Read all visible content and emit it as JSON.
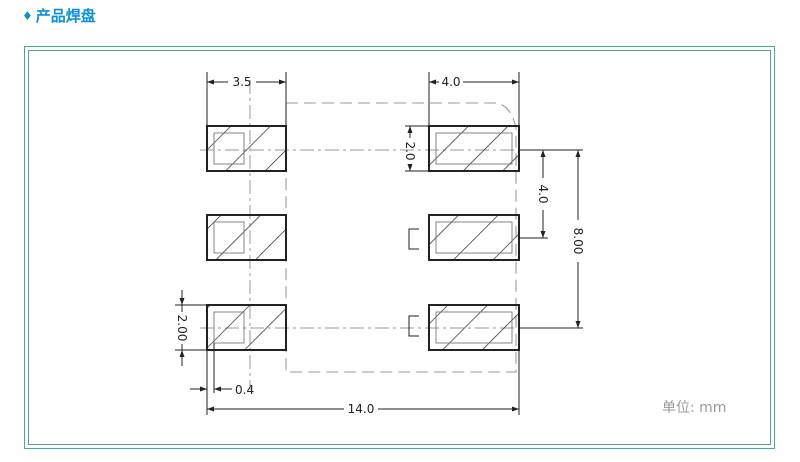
{
  "header": {
    "icon": "diamond-icon",
    "title": "产品焊盘"
  },
  "drawing": {
    "dim_pad_width": "3.5",
    "dim_pad_width_right": "4.0",
    "dim_pad_height_right": "2.0",
    "dim_row_pitch": "4.0",
    "dim_outer_pitch": "8.00",
    "dim_pad_height_left": "2.00",
    "dim_offset": "0.4",
    "dim_total_width": "14.0",
    "unit_label": "单位:  mm"
  },
  "colors": {
    "accent": "#0b8fd8",
    "frame": "#4fa3a3",
    "line": "#222222"
  }
}
